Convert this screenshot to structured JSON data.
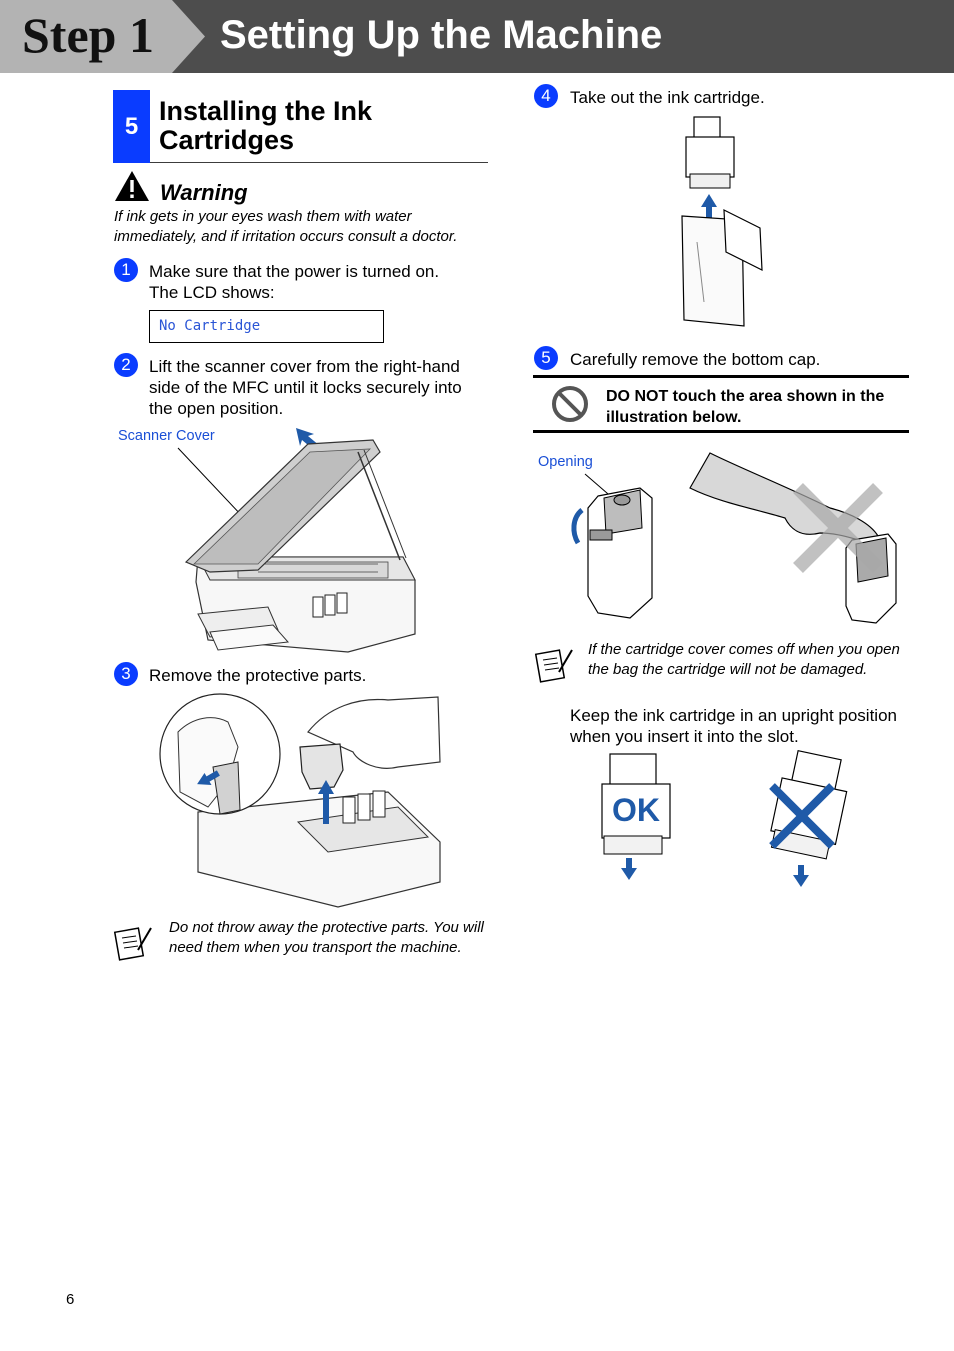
{
  "header": {
    "step_label": "Step 1",
    "title": "Setting Up the Machine"
  },
  "section": {
    "number": "5",
    "title": "Installing the Ink Cartridges"
  },
  "warning": {
    "title": "Warning",
    "text": "If ink gets in your eyes wash them with water immediately, and if irritation occurs consult a doctor."
  },
  "steps": [
    {
      "number": "1",
      "text_line1": "Make sure that the power is turned on.",
      "text_line2": "The LCD shows:"
    },
    {
      "number": "2",
      "text": "Lift the scanner cover from the right-hand side of the MFC until it locks securely into the open position."
    },
    {
      "number": "3",
      "text": "Remove the protective parts."
    },
    {
      "number": "4",
      "text": "Take out the ink cartridge."
    },
    {
      "number": "5",
      "text": "Carefully remove the bottom cap."
    }
  ],
  "lcd_display": "No Cartridge",
  "callouts": {
    "scanner_cover": "Scanner Cover",
    "opening": "Opening",
    "ok": "OK"
  },
  "notes": {
    "protective_parts": "Do not throw away the protective parts. You will need them when you transport the machine.",
    "cartridge_cover": "If the cartridge cover comes off when you open the bag the cartridge will not be damaged."
  },
  "caution": {
    "text": "DO NOT touch the area shown in the illustration below."
  },
  "upright_text": "Keep the ink cartridge in an upright position when you insert it into the slot.",
  "page_number": "6",
  "colors": {
    "accent_blue": "#0a3cff",
    "arrow_blue": "#1f5aa8",
    "header_gray": "#4d4d4d",
    "step_tab_gray": "#b3b3b3"
  },
  "icons": [
    "warning-triangle-icon",
    "prohibition-icon",
    "note-pad-icon",
    "arrow-up-icon",
    "arrow-down-icon",
    "cross-mark-icon"
  ]
}
